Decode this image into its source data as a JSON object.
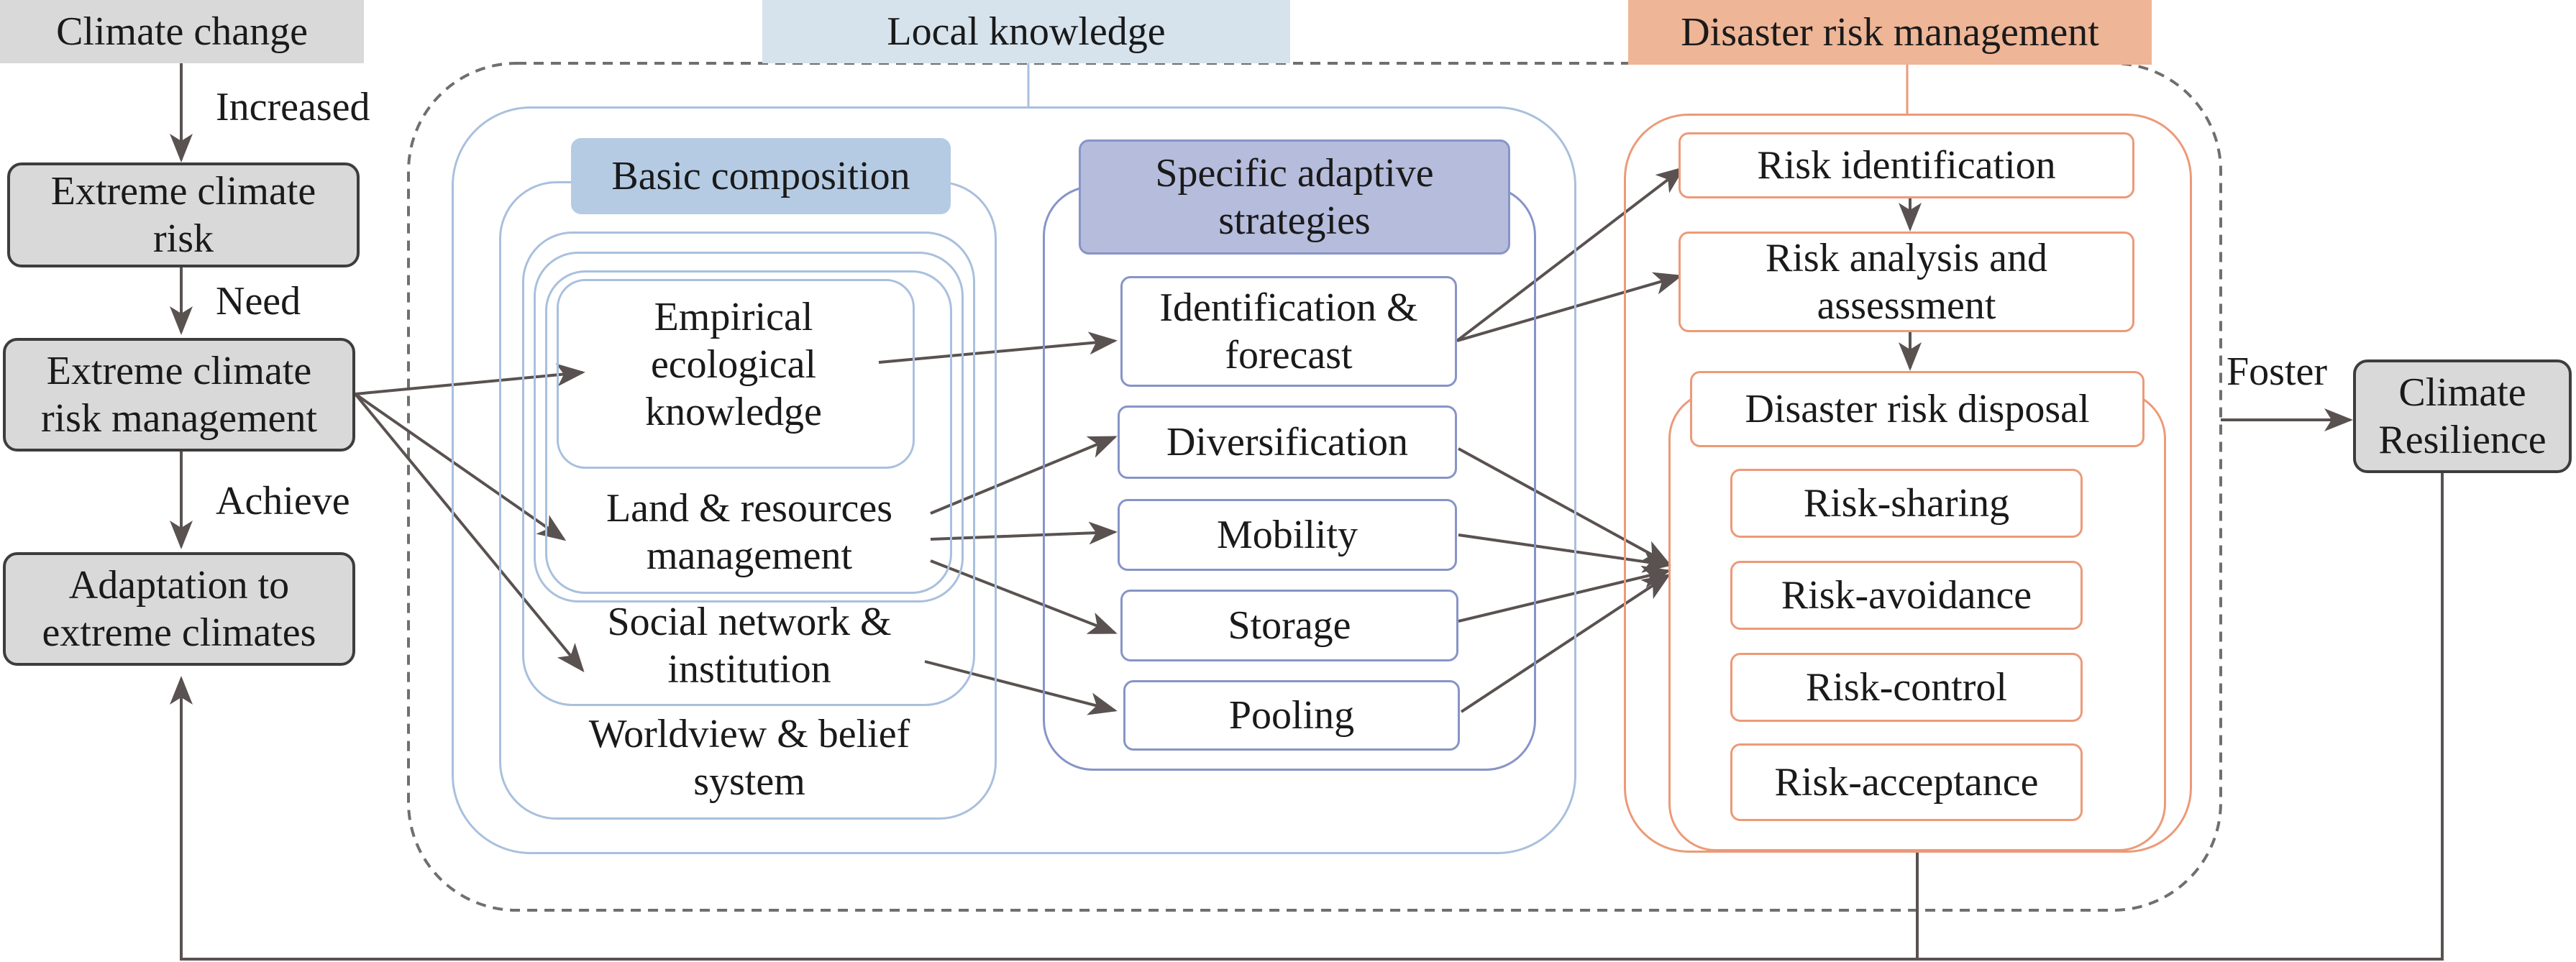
{
  "colors": {
    "arrow": "#5a5250",
    "gray_box": "#d9d9d9",
    "local_knowledge_outline": "#a9c0dd",
    "strategy_outline": "#8794c7",
    "drm_outline": "#ec9a78",
    "basic_composition_header": "#b5cbe3",
    "strategy_header": "#b6bcdc"
  },
  "left": {
    "climate_change": "Climate change",
    "increased": "Increased",
    "extreme_climate_risk": "Extreme climate risk",
    "need": "Need",
    "extreme_climate_risk_management": "Extreme climate risk management",
    "achieve": "Achieve",
    "adaptation": "Adaptation to extreme climates"
  },
  "local_knowledge": {
    "title": "Local knowledge",
    "basic_composition": {
      "title": "Basic composition",
      "items": [
        "Empirical ecological knowledge",
        "Land & resources management",
        "Social network & institution",
        "Worldview & belief system"
      ]
    },
    "strategies": {
      "title": "Specific adaptive strategies",
      "items": [
        "Identification & forecast",
        "Diversification",
        "Mobility",
        "Storage",
        "Pooling"
      ]
    }
  },
  "drm": {
    "title": "Disaster risk management",
    "risk_identification": "Risk identification",
    "risk_analysis": "Risk analysis and assessment",
    "disposal": {
      "title": "Disaster risk disposal",
      "items": [
        "Risk-sharing",
        "Risk-avoidance",
        "Risk-control",
        "Risk-acceptance"
      ]
    }
  },
  "right": {
    "foster": "Foster",
    "climate_resilience": "Climate Resilience"
  }
}
